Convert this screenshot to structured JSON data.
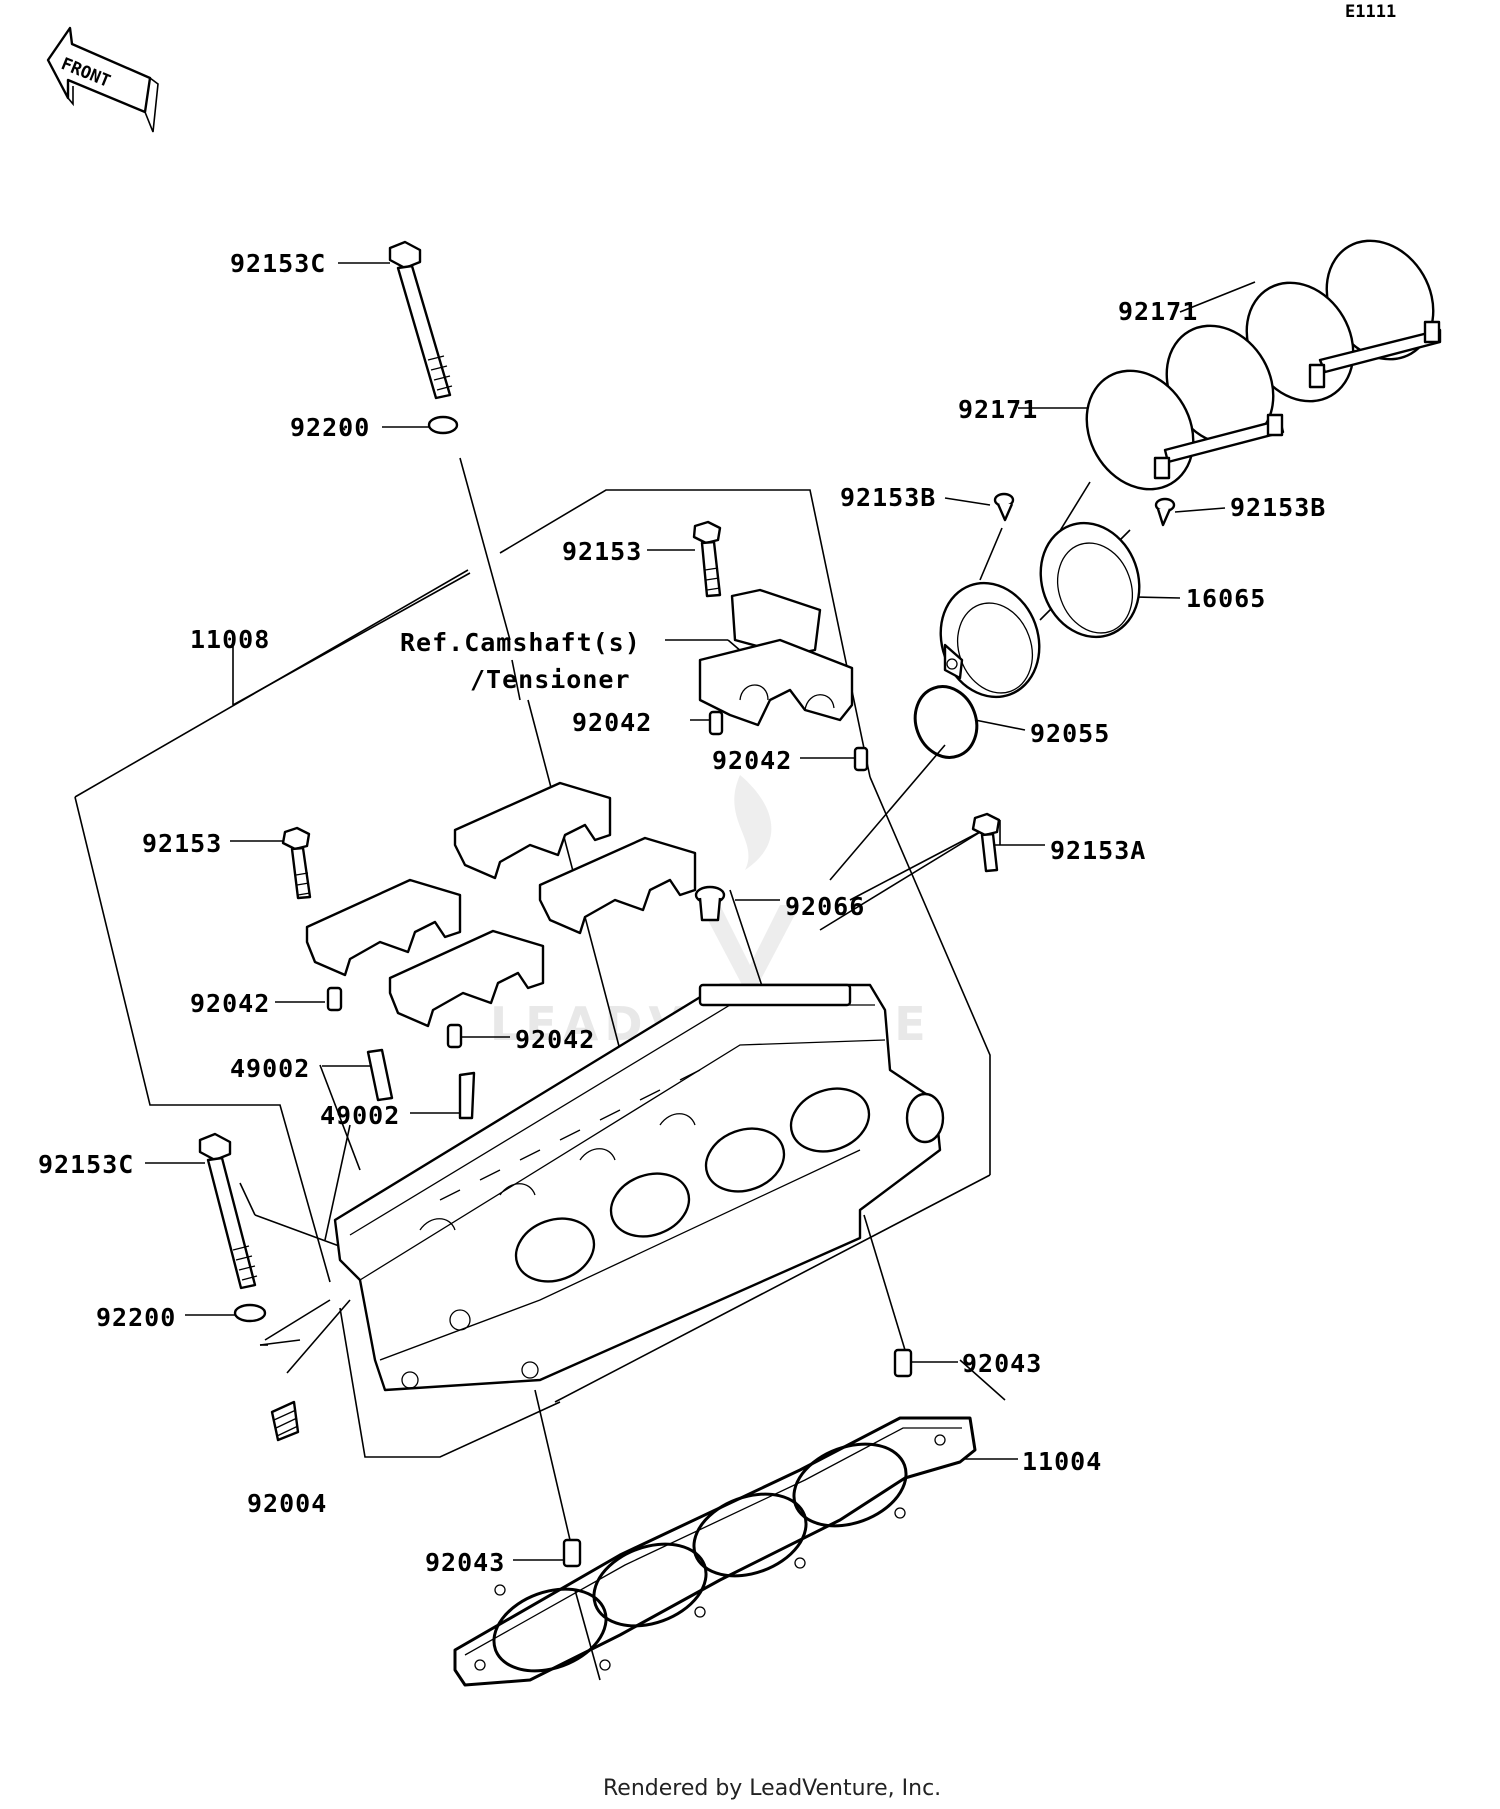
{
  "diagram_id": "E1111",
  "front_arrow_label": "FRONT",
  "watermark": "LEADVENTURE",
  "footer": "Rendered by LeadVenture, Inc.",
  "labels": {
    "92153C_top": "92153C",
    "92200_top": "92200",
    "92171_a": "92171",
    "92171_b": "92171",
    "92153B_left": "92153B",
    "92153B_right": "92153B",
    "92153_top": "92153",
    "16065": "16065",
    "11008": "11008",
    "ref_line1": "Ref.Camshaft(s)",
    "ref_line2": "/Tensioner",
    "92042_a": "92042",
    "92042_b": "92042",
    "92055": "92055",
    "92153_left": "92153",
    "92153A": "92153A",
    "92066": "92066",
    "92042_c": "92042",
    "92042_d": "92042",
    "49002_a": "49002",
    "49002_b": "49002",
    "92153C_bottom": "92153C",
    "92200_bottom": "92200",
    "92043_right": "92043",
    "11004": "11004",
    "92004": "92004",
    "92043_bottom": "92043"
  }
}
